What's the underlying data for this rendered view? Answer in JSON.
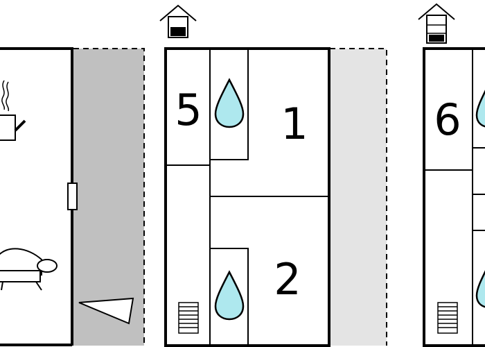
{
  "room_labels": {
    "bedroom_5": "5",
    "bedroom_1": "1",
    "bedroom_2": "2",
    "bedroom_6": "6"
  },
  "colors": {
    "terrace_dark": "#c0c0c0",
    "terrace_light": "#e4e4e4",
    "water_drop": "#aee8ee",
    "lines": "#000000"
  },
  "icons": [
    "floor-level-house-icon",
    "water-drop-icon",
    "stairs-icon",
    "sofa-icon",
    "kettle-icon",
    "door-icon",
    "window-icon"
  ]
}
